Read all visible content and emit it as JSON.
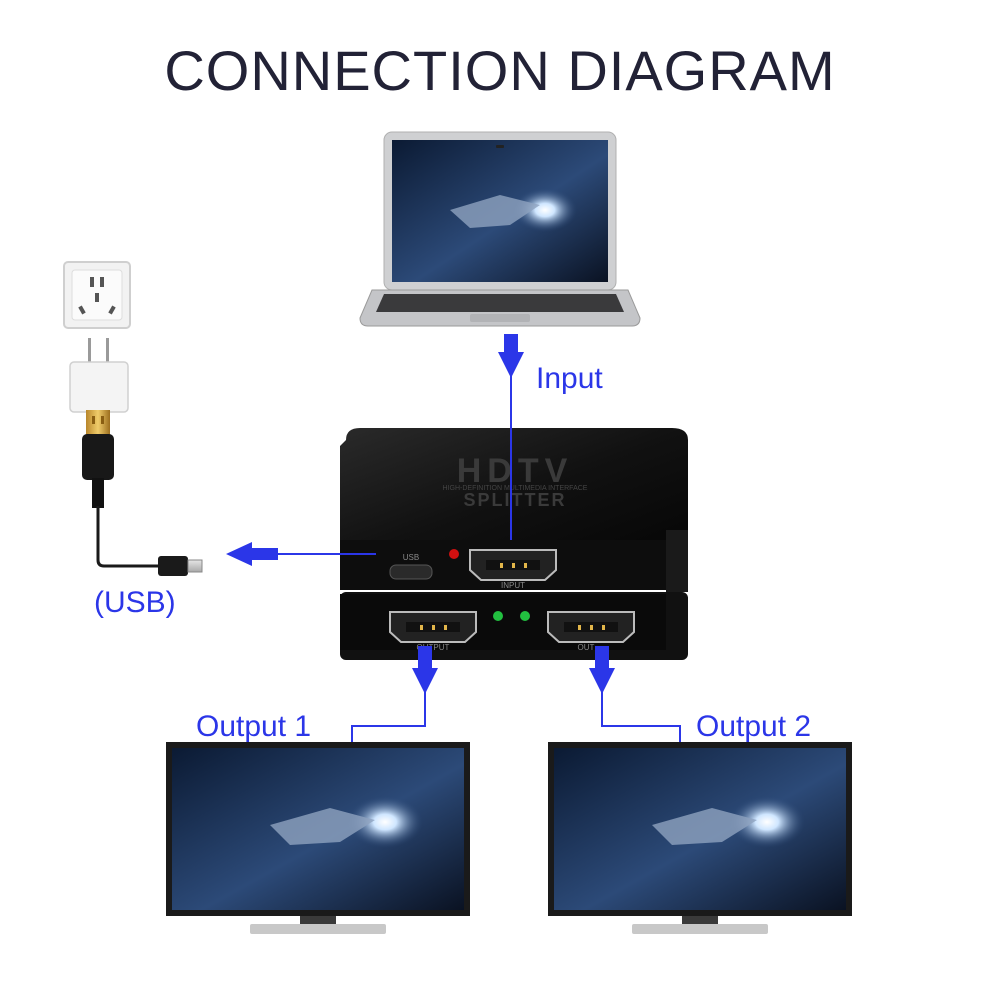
{
  "title": "CONNECTION DIAGRAM",
  "labels": {
    "input": "Input",
    "usb": "(USB)",
    "output1": "Output 1",
    "output2": "Output 2"
  },
  "device": {
    "brand": "HDTV",
    "tagline": "HIGH-DEFINITION MULTIMEDIA INTERFACE",
    "name": "SPLITTER",
    "port_usb": "USB",
    "port_input": "INPUT",
    "port_output1": "OUTPUT",
    "port_output2": "OUT"
  },
  "colors": {
    "arrow": "#2b36e8",
    "label": "#2b36e8",
    "title": "#222236",
    "device_body": "#151515",
    "led_red": "#d01010",
    "led_green": "#22c040"
  },
  "icons": [
    "power-outlet-icon",
    "usb-adapter-icon",
    "laptop-icon",
    "splitter-icon",
    "tv-icon"
  ]
}
